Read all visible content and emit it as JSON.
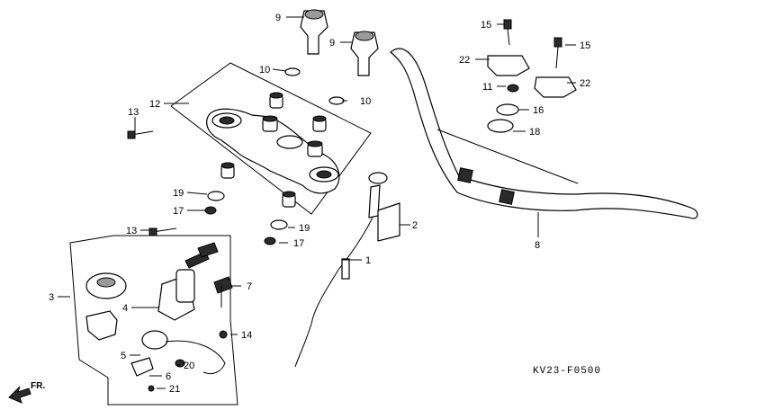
{
  "diagram": {
    "code": "KV23-F0500",
    "direction_label": "FR.",
    "callouts": {
      "c1": "1",
      "c2": "2",
      "c3": "3",
      "c4": "4",
      "c5": "5",
      "c6": "6",
      "c7": "7",
      "c8": "8",
      "c9a": "9",
      "c9b": "9",
      "c10a": "10",
      "c10b": "10",
      "c11": "11",
      "c12": "12",
      "c13a": "13",
      "c13b": "13",
      "c14": "14",
      "c15a": "15",
      "c15b": "15",
      "c16": "16",
      "c17a": "17",
      "c17b": "17",
      "c18": "18",
      "c19a": "19",
      "c19b": "19",
      "c20": "20",
      "c21": "21",
      "c22a": "22",
      "c22b": "22"
    }
  }
}
